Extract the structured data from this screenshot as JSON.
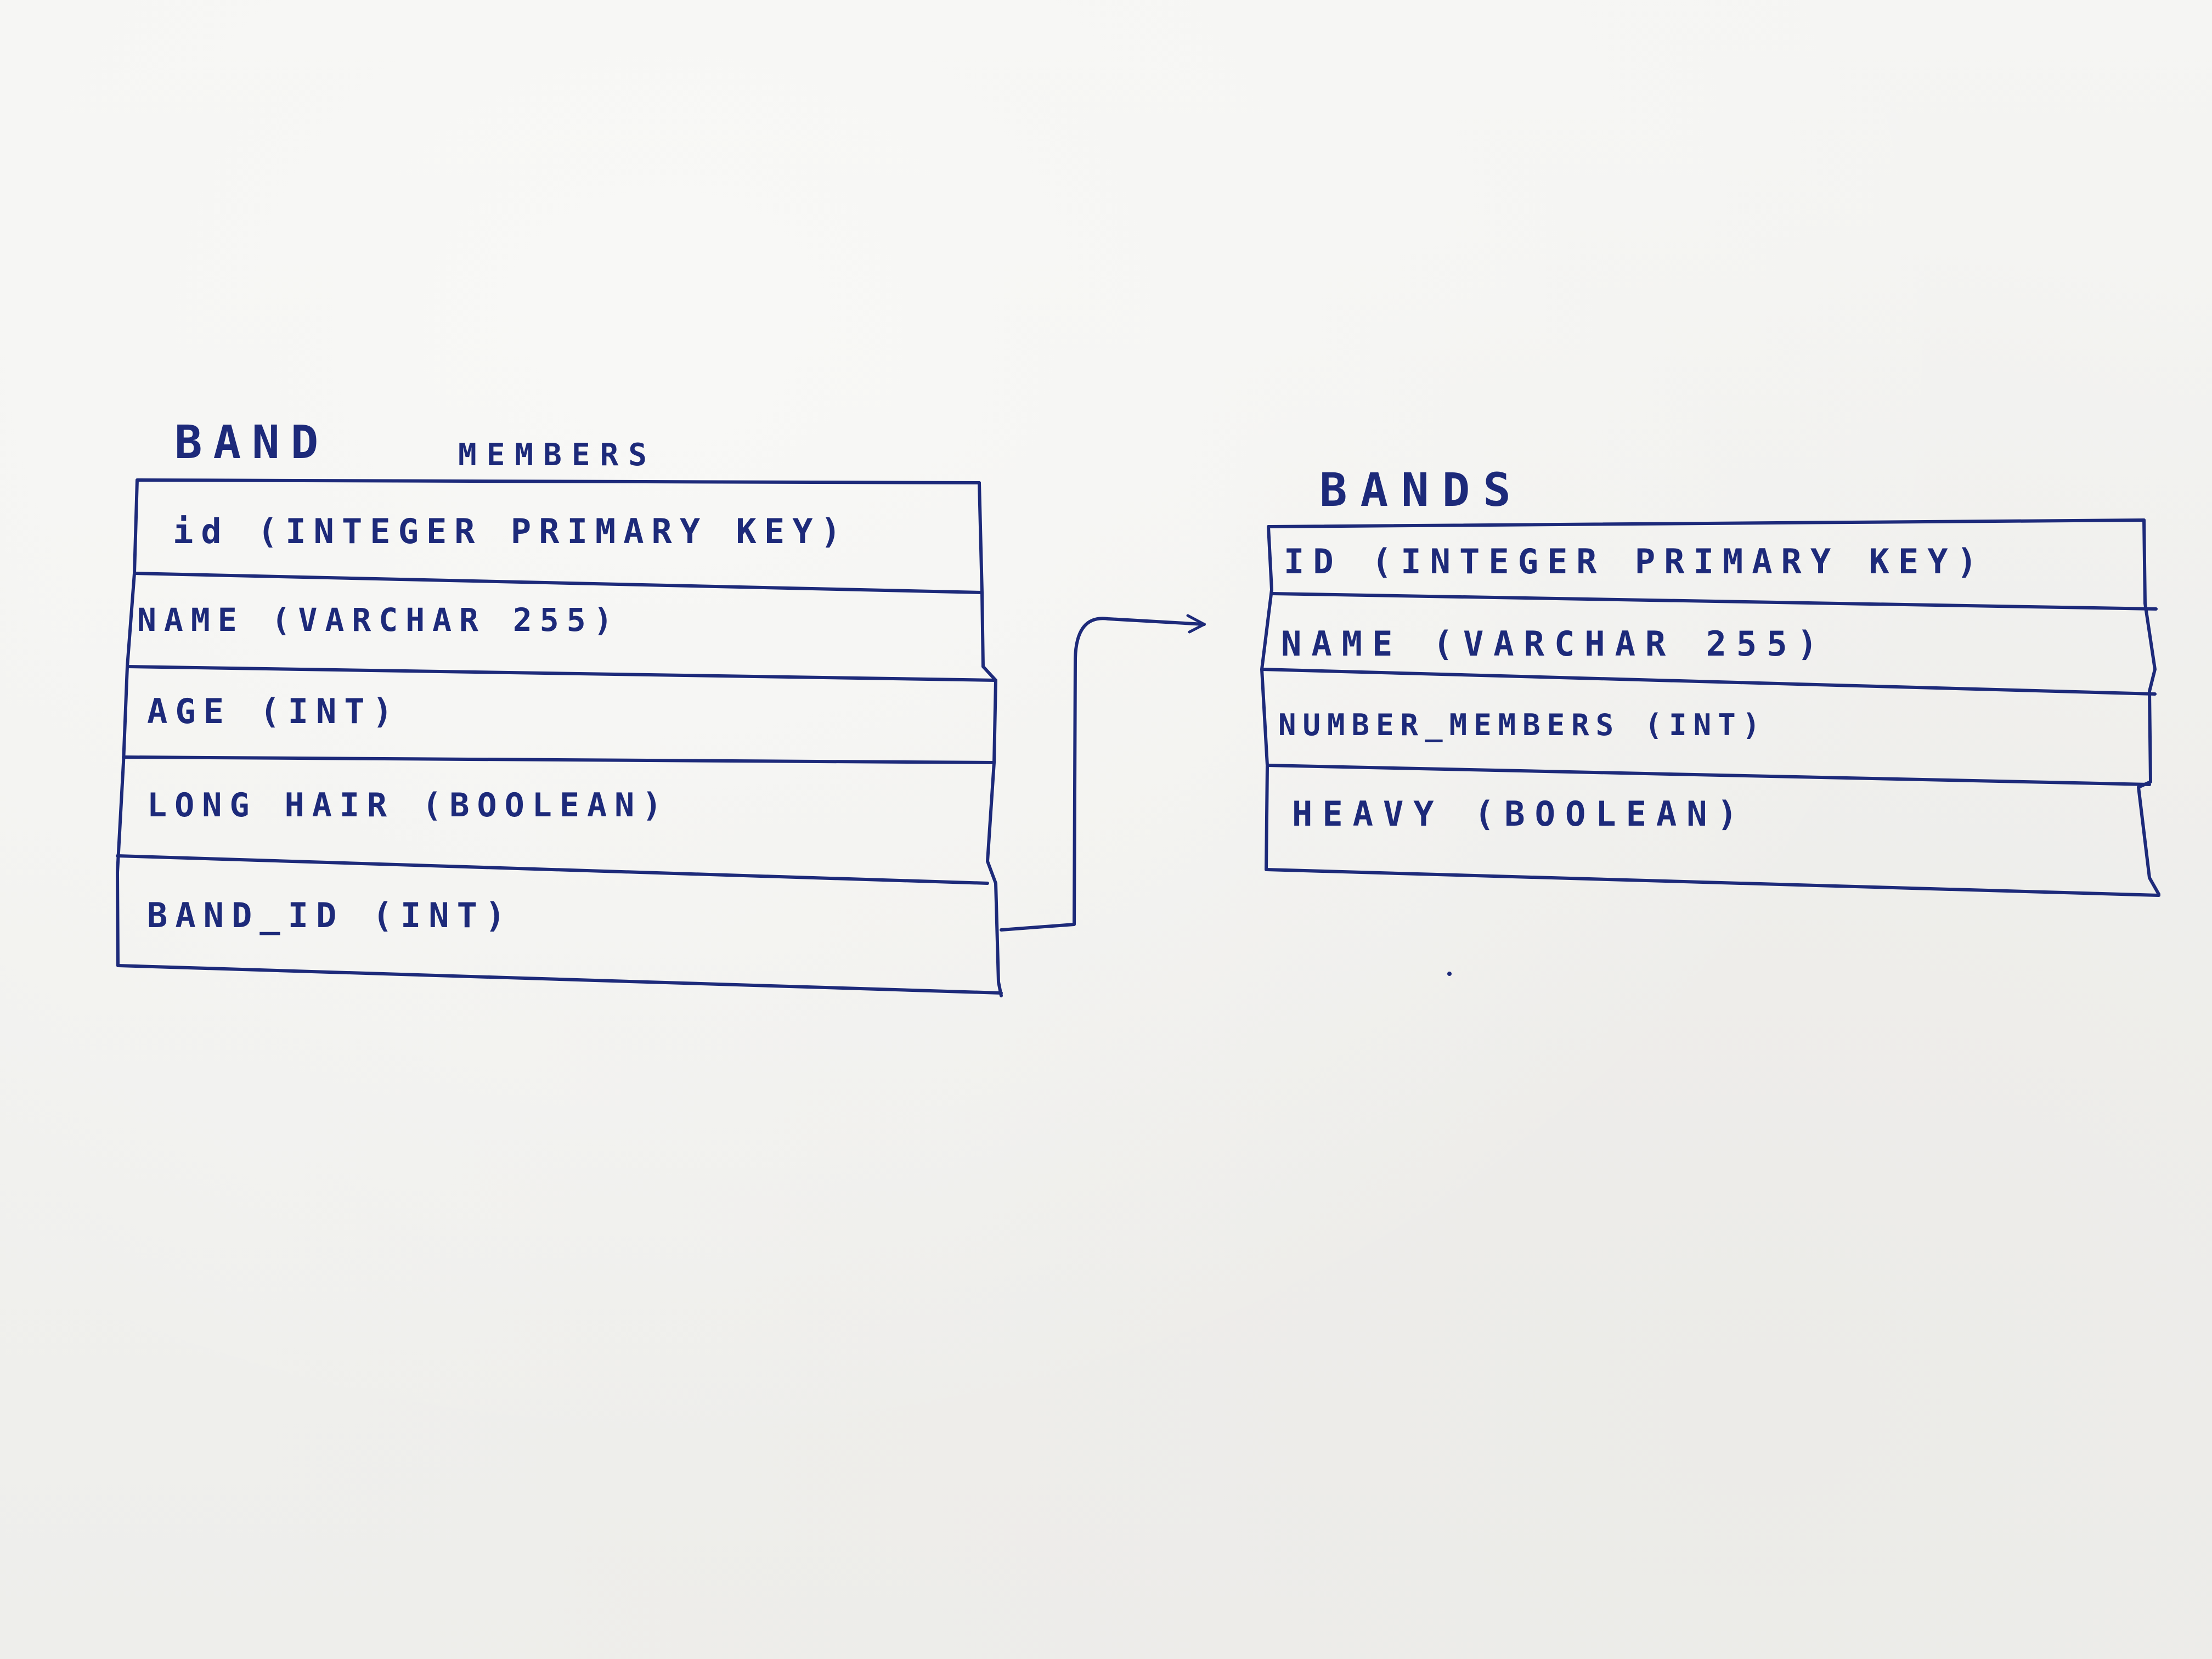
{
  "colors": {
    "ink": "#1d2a7a",
    "paper": "#f3f3f1"
  },
  "tables": [
    {
      "title_part1": "BAND",
      "title_part2": "MEMBERS",
      "rows": [
        "id (INTEGER PRIMARY KEY)",
        "NAME (VARCHAR 255)",
        "AGE (INT)",
        "LONG HAIR (BOOLEAN)",
        "BAND_ID (INT)"
      ]
    },
    {
      "title_part1": "BANDS",
      "rows": [
        "ID (INTEGER PRIMARY KEY)",
        "NAME (VARCHAR 255)",
        "NUMBER_MEMBERS (INT)",
        "HEAVY (BOOLEAN)"
      ]
    }
  ]
}
